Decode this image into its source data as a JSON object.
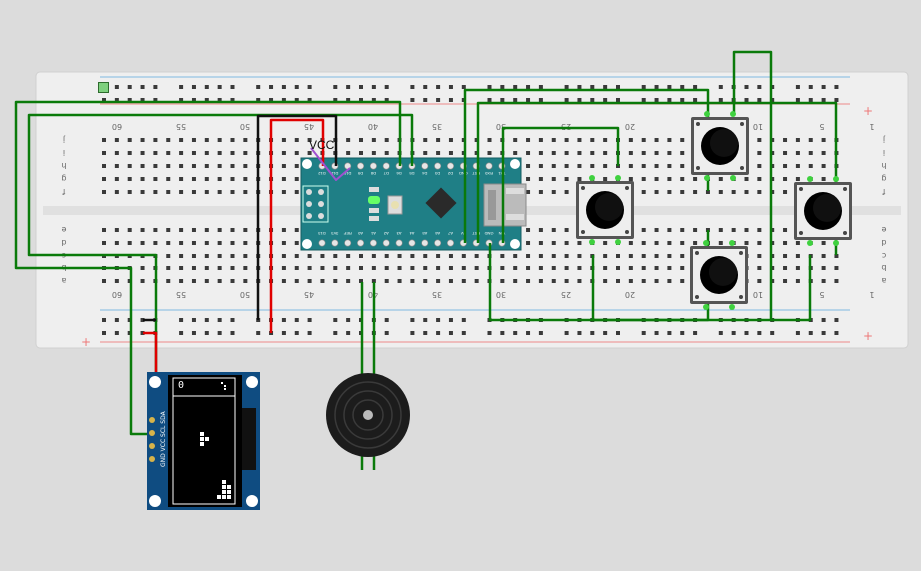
{
  "canvas": {
    "background": "#dcdcdc"
  },
  "breadboard": {
    "top_numbers": [
      "60",
      "55",
      "50",
      "45",
      "40",
      "35",
      "30",
      "25",
      "20",
      "10",
      "5",
      "1"
    ],
    "bottom_numbers": [
      "60",
      "55",
      "50",
      "45",
      "40",
      "35",
      "30",
      "25",
      "20",
      "10",
      "5",
      "1"
    ],
    "row_letters_top": [
      "j",
      "i",
      "h",
      "g",
      "f"
    ],
    "row_letters_bottom": [
      "e",
      "d",
      "c",
      "b",
      "a"
    ],
    "plus_sign": "+"
  },
  "arduino": {
    "name": "Arduino Nano",
    "color": "#1f7f86",
    "top_pins": [
      "D12",
      "D11",
      "D10",
      "D9",
      "D8",
      "D7",
      "D6",
      "D5",
      "D4",
      "D3",
      "D2",
      "GND",
      "RST",
      "RX0",
      "TX1"
    ],
    "bottom_pins": [
      "D13",
      "3V3",
      "REF",
      "A0",
      "A1",
      "A2",
      "A3",
      "A4",
      "A5",
      "A6",
      "A7",
      "5V",
      "RST",
      "GND",
      "VIN"
    ],
    "leds": [
      "L",
      "PWR",
      "TX",
      "RX"
    ]
  },
  "probe_label": "VCC",
  "oled": {
    "pin_labels": "GND VCC SCL SDA",
    "score": "0",
    "color": "#0f4c81"
  },
  "buzzer": {
    "name": "piezo-buzzer"
  },
  "buttons": [
    {
      "name": "button-1"
    },
    {
      "name": "button-2"
    },
    {
      "name": "button-3"
    },
    {
      "name": "button-4"
    }
  ],
  "wire_colors": {
    "green": "#0a7a0a",
    "red": "#e00000",
    "black": "#111111"
  }
}
